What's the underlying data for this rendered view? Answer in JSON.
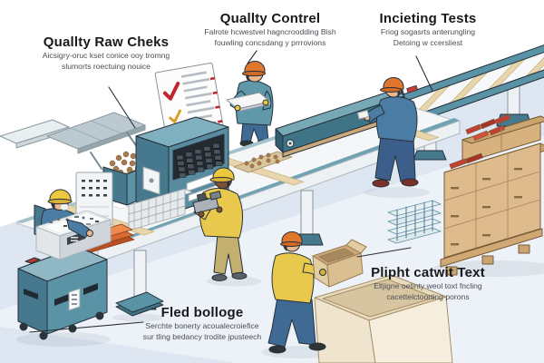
{
  "labels": {
    "raw_checks": {
      "title": "Quallty Raw Cheks",
      "line1": "Aicsigry-oruc kset conice ooy tromng",
      "line2": "slumorts roectuing nouice"
    },
    "quality_control": {
      "title": "Quallty Contrel",
      "line1": "Falrote hcwestvel hagncroodding Bish",
      "line2": "fouwling concsdang y prrrovions"
    },
    "incoming_tests": {
      "title": "Incieting Tests",
      "line1": "Friog sogasrts anterungling",
      "line2": "Detoing w ccersliest"
    },
    "field_package": {
      "title": "Fled bolloge",
      "line1": "Serchte bonerty acoualecroiefice",
      "line2": "sur tling bedancy trodite įpusteech"
    },
    "right_caption": {
      "title": "Plipht catwit Text",
      "line1": "Eltjigne oetinty weol toxt fncling",
      "line2": "cacettelctoorting porons"
    }
  },
  "colors": {
    "teal": "#5b93a6",
    "teal_dark": "#3e7486",
    "teal_deep": "#46798d",
    "teal_light": "#8fb8c4",
    "teal_top": "#7fb0bf",
    "outline": "#26303a",
    "yellow": "#e9c94d",
    "helmet_yellow": "#edc83f",
    "helmet_orange": "#e0762c",
    "orange_tray": "#d96a33",
    "blue_shirt": "#4b7ca3",
    "jacket_teal": "#5f99a9",
    "jeans": "#3f6a94",
    "jeans_dark": "#3b5f8a",
    "skin": "#ecb68c",
    "skin_dark": "#7d4f33",
    "cardboard": "#ddbb8c",
    "cardboard_light": "#efe5cf",
    "red_item": "#c33f31",
    "check_red": "#c0272d",
    "check_amber": "#d9a027",
    "wall": "#dee6f1",
    "floor": "#edf1f8",
    "belt": "#f4f6f7",
    "plank": "#e8d5ab",
    "parts_brown": "#a57a4e",
    "board": "#fcfcfd",
    "label_title": "#17191c",
    "label_sub": "#4a4f55"
  }
}
